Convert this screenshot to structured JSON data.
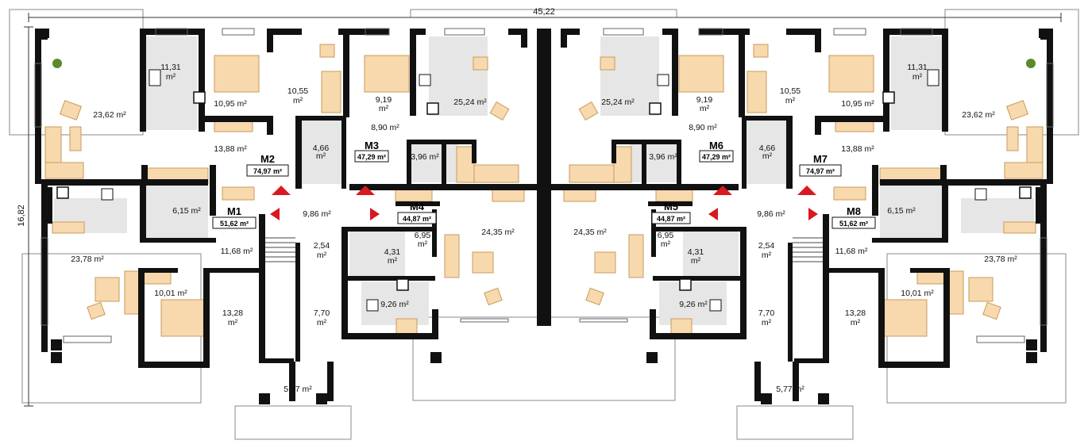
{
  "colors": {
    "wall": "#111111",
    "floor_wet": "#e6e6e6",
    "furniture": "#f7d9ad",
    "furniture_stroke": "#c99a5b",
    "marker": "#d81920",
    "plant": "#5a8a2c",
    "terrace_line": "#888888"
  },
  "dimensions": {
    "width": "45,22",
    "height": "16,82"
  },
  "units": [
    {
      "name": "M1",
      "area": "51,62 m²"
    },
    {
      "name": "M2",
      "area": "74,97 m²"
    },
    {
      "name": "M3",
      "area": "47,29 m²"
    },
    {
      "name": "M4",
      "area": "44,87 m²"
    },
    {
      "name": "M5",
      "area": "44,87 m²"
    },
    {
      "name": "M6",
      "area": "47,29 m²"
    },
    {
      "name": "M7",
      "area": "74,97 m²"
    },
    {
      "name": "M8",
      "area": "51,62 m²"
    }
  ],
  "rooms": [
    {
      "id": "l-kitchen-top",
      "line1": "11,31",
      "line2": "m²"
    },
    {
      "id": "l-living-top",
      "line1": "23,62 m²"
    },
    {
      "id": "l-bed-top-a",
      "line1": "10,95 m²"
    },
    {
      "id": "l-bed-top-b",
      "line1": "10,55",
      "line2": "m²"
    },
    {
      "id": "l-hall-m2",
      "line1": "13,88 m²"
    },
    {
      "id": "l-bath-m2",
      "line1": "4,66",
      "line2": "m²"
    },
    {
      "id": "l-bed-m3",
      "line1": "9,19",
      "line2": "m²"
    },
    {
      "id": "l-living-m3",
      "line1": "25,24 m²"
    },
    {
      "id": "l-hall-m3",
      "line1": "8,90 m²"
    },
    {
      "id": "l-bath-m3",
      "line1": "3,96 m²"
    },
    {
      "id": "l-bath-m1",
      "line1": "6,15 m²"
    },
    {
      "id": "l-stair-left",
      "line1": "9,86 m²"
    },
    {
      "id": "l-hall-m1",
      "line1": "11,68 m²"
    },
    {
      "id": "l-land-left",
      "line1": "2,54",
      "line2": "m²"
    },
    {
      "id": "l-living-m1",
      "line1": "23,78 m²"
    },
    {
      "id": "l-bed-m1",
      "line1": "10,01 m²"
    },
    {
      "id": "l-room-m1",
      "line1": "13,28",
      "line2": "m²"
    },
    {
      "id": "l-corr-left",
      "line1": "7,70",
      "line2": "m²"
    },
    {
      "id": "l-vest-left",
      "line1": "5,77 m²"
    },
    {
      "id": "l-hall-m4",
      "line1": "6,95",
      "line2": "m²"
    },
    {
      "id": "l-bath-m4",
      "line1": "4,31",
      "line2": "m²"
    },
    {
      "id": "l-kitchen-m4",
      "line1": "9,26 m²"
    },
    {
      "id": "l-living-m4",
      "line1": "24,35 m²"
    },
    {
      "id": "r-kitchen-top",
      "line1": "11,31",
      "line2": "m²"
    },
    {
      "id": "r-living-top",
      "line1": "23,62 m²"
    },
    {
      "id": "r-bed-top-a",
      "line1": "10,95 m²"
    },
    {
      "id": "r-bed-top-b",
      "line1": "10,55",
      "line2": "m²"
    },
    {
      "id": "r-hall-m7",
      "line1": "13,88 m²"
    },
    {
      "id": "r-bath-m7",
      "line1": "4,66",
      "line2": "m²"
    },
    {
      "id": "r-bed-m6",
      "line1": "9,19",
      "line2": "m²"
    },
    {
      "id": "r-living-m6",
      "line1": "25,24 m²"
    },
    {
      "id": "r-hall-m6",
      "line1": "8,90 m²"
    },
    {
      "id": "r-bath-m6",
      "line1": "3,96 m²"
    },
    {
      "id": "r-bath-m8",
      "line1": "6,15 m²"
    },
    {
      "id": "r-stair-right",
      "line1": "9,86 m²"
    },
    {
      "id": "r-hall-m8",
      "line1": "11,68 m²"
    },
    {
      "id": "r-land-right",
      "line1": "2,54",
      "line2": "m²"
    },
    {
      "id": "r-living-m8",
      "line1": "23,78 m²"
    },
    {
      "id": "r-bed-m8",
      "line1": "10,01 m²"
    },
    {
      "id": "r-room-m8",
      "line1": "13,28",
      "line2": "m²"
    },
    {
      "id": "r-corr-right",
      "line1": "7,70",
      "line2": "m²"
    },
    {
      "id": "r-vest-right",
      "line1": "5,77 m²"
    },
    {
      "id": "r-hall-m5",
      "line1": "6,95",
      "line2": "m²"
    },
    {
      "id": "r-bath-m5",
      "line1": "4,31",
      "line2": "m²"
    },
    {
      "id": "r-kitchen-m5",
      "line1": "9,26 m²"
    },
    {
      "id": "r-living-m5",
      "line1": "24,35 m²"
    }
  ],
  "icons": {
    "stove": "stove-icon",
    "fridge": "fridge-icon",
    "plant": "plant-icon",
    "entrance_marker": "entrance-arrow-icon"
  }
}
